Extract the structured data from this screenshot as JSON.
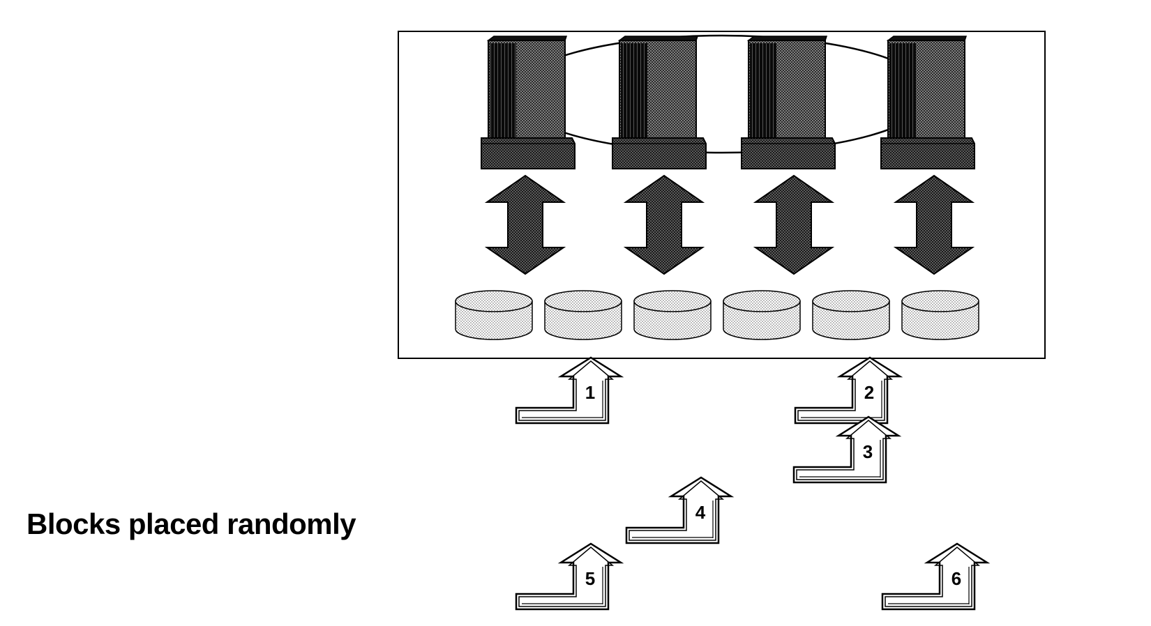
{
  "caption": "Blocks placed randomly",
  "server_count": 4,
  "disk_count": 6,
  "blocks": [
    {
      "label": "1"
    },
    {
      "label": "2"
    },
    {
      "label": "3"
    },
    {
      "label": "4"
    },
    {
      "label": "5"
    },
    {
      "label": "6"
    }
  ],
  "colors": {
    "server_dark": "#111111",
    "server_dot": "#777777",
    "arrow_fill": "#333333",
    "disk_fill": "#d9d9d9",
    "outline": "#000000",
    "background": "#ffffff"
  }
}
